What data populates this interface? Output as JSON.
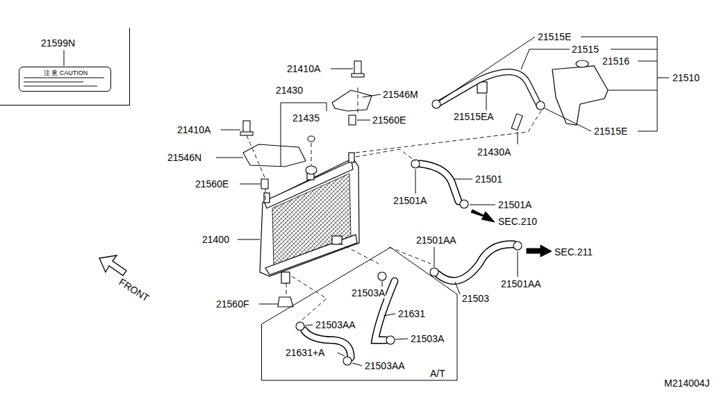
{
  "diagram": {
    "nodes": [
      {
        "text": [
          "21599N"
        ]
      },
      {
        "text": [
          "注 意 CAUTION"
        ],
        "in": 0
      },
      {
        "text": [
          "A/T"
        ]
      }
    ],
    "labels": [
      "21410A",
      "21430",
      "21435",
      "21546M",
      "21560E",
      "21410A",
      "21546N",
      "21560E",
      "21400",
      "21560F",
      "21515E",
      "21515",
      "21516",
      "21510",
      "21515EA",
      "21430A",
      "21515E",
      "21501",
      "21501A",
      "21501A",
      "SEC.210",
      "21501AA",
      "SEC.211",
      "21501AA",
      "21503A",
      "21503",
      "21631",
      "21503AA",
      "21503A",
      "21631+A",
      "21503AA",
      "FRONT",
      "M214004J"
    ]
  }
}
